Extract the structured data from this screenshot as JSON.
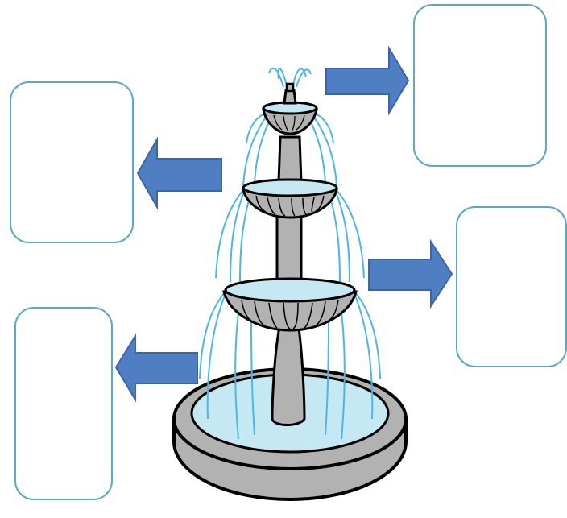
{
  "diagram": {
    "subject": "tiered-fountain",
    "colors": {
      "box_border": "#5aa9c6",
      "arrow_fill": "#4f7fc2",
      "arrow_stroke": "#3a66a8",
      "stone": "#b2b2b2",
      "water": "#c6e8f2",
      "jet": "#4cb6e6"
    },
    "label_boxes": [
      {
        "id": "top-right",
        "text": ""
      },
      {
        "id": "upper-left",
        "text": ""
      },
      {
        "id": "middle-right",
        "text": ""
      },
      {
        "id": "lower-left",
        "text": ""
      }
    ],
    "arrows": [
      {
        "id": "top-right",
        "direction": "right"
      },
      {
        "id": "upper-left",
        "direction": "left"
      },
      {
        "id": "middle-right",
        "direction": "right"
      },
      {
        "id": "lower-left",
        "direction": "left"
      }
    ]
  }
}
